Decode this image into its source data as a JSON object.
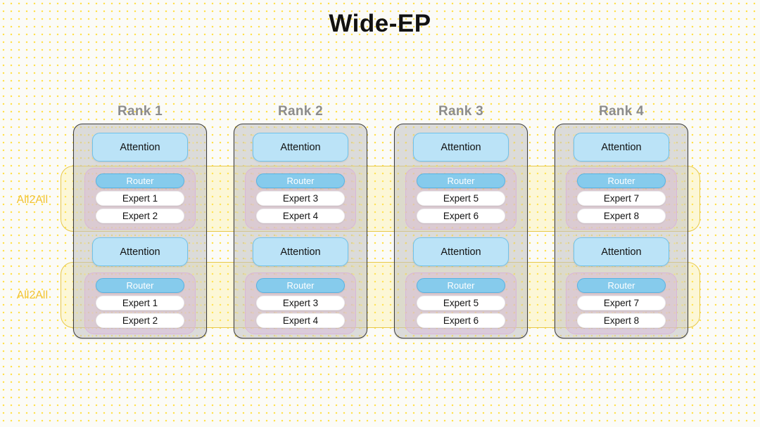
{
  "title": "Wide-EP",
  "colors": {
    "background": "#fbfbf7",
    "dot_pattern": "#ffe14d",
    "card_fill": "#c4c4c4",
    "card_border": "#3a3a3a",
    "attention_fill": "#bbe3f7",
    "attention_border": "#6fc3ec",
    "router_fill": "#86cbec",
    "router_border": "#57b4e4",
    "router_text": "#ffffff",
    "expert_fill": "#ffffff",
    "moe_fill": "#d9bad9",
    "moe_border": "#d9b6d9",
    "a2a_border": "#e8c94a",
    "a2a_fill": "#ffec78",
    "a2a_text": "#f2c230",
    "rank_label": "#8c8c8c"
  },
  "all2all": {
    "bands": [
      {
        "label": "All2All"
      },
      {
        "label": "All2All"
      }
    ]
  },
  "ranks": [
    {
      "label": "Rank 1",
      "layers": [
        {
          "attention": "Attention",
          "router": "Router",
          "experts": [
            "Expert 1",
            "Expert 2"
          ]
        },
        {
          "attention": "Attention",
          "router": "Router",
          "experts": [
            "Expert 1",
            "Expert 2"
          ]
        }
      ]
    },
    {
      "label": "Rank 2",
      "layers": [
        {
          "attention": "Attention",
          "router": "Router",
          "experts": [
            "Expert 3",
            "Expert 4"
          ]
        },
        {
          "attention": "Attention",
          "router": "Router",
          "experts": [
            "Expert 3",
            "Expert 4"
          ]
        }
      ]
    },
    {
      "label": "Rank 3",
      "layers": [
        {
          "attention": "Attention",
          "router": "Router",
          "experts": [
            "Expert 5",
            "Expert 6"
          ]
        },
        {
          "attention": "Attention",
          "router": "Router",
          "experts": [
            "Expert 5",
            "Expert 6"
          ]
        }
      ]
    },
    {
      "label": "Rank 4",
      "layers": [
        {
          "attention": "Attention",
          "router": "Router",
          "experts": [
            "Expert 7",
            "Expert 8"
          ]
        },
        {
          "attention": "Attention",
          "router": "Router",
          "experts": [
            "Expert 7",
            "Expert 8"
          ]
        }
      ]
    }
  ]
}
